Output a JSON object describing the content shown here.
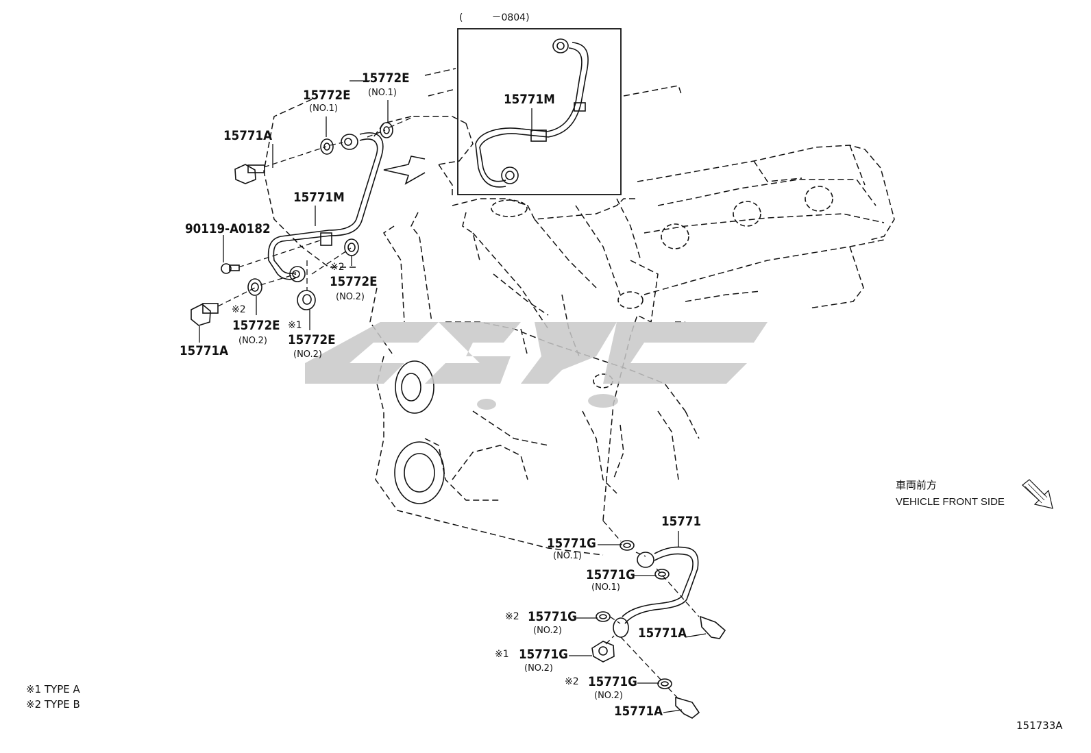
{
  "inset": {
    "range": "(　　　－0804)",
    "part": "15771M"
  },
  "labels": {
    "p15772e_top_a": "15772E",
    "p15772e_top_a_sub": "(NO.1)",
    "p15772e_top_b": "15772E",
    "p15772e_top_b_sub": "(NO.1)",
    "p15771a_top": "15771A",
    "p15771m_main": "15771M",
    "p90119": "90119-A0182",
    "p15772e_mark2_right": "15772E",
    "p15772e_mark2_right_sub": "(NO.2)",
    "p15772e_mark2_left": "15772E",
    "p15772e_mark2_left_sub": "(NO.2)",
    "p15772e_mark1": "15772E",
    "p15772e_mark1_sub": "(NO.2)",
    "p15771a_left": "15771A",
    "p15771": "15771",
    "p15771g_1": "15771G",
    "p15771g_1_sub": "(NO.1)",
    "p15771g_2": "15771G",
    "p15771g_2_sub": "(NO.1)",
    "p15771g_3": "15771G",
    "p15771g_3_sub": "(NO.2)",
    "p15771g_4": "15771G",
    "p15771g_4_sub": "(NO.2)",
    "p15771g_5": "15771G",
    "p15771g_5_sub": "(NO.2)",
    "p15771a_r1": "15771A",
    "p15771a_r2": "15771A"
  },
  "marks": {
    "m1": "※1",
    "m2": "※2"
  },
  "direction": {
    "jp": "車両前方",
    "en": "VEHICLE FRONT SIDE"
  },
  "legend": {
    "type_a": "※1 TYPE A",
    "type_b": "※2 TYPE B"
  },
  "figure_id": "151733A"
}
